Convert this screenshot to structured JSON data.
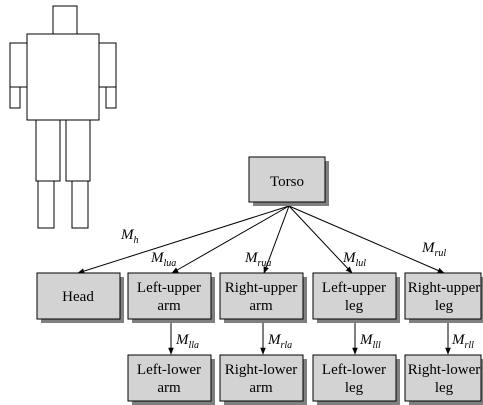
{
  "colors": {
    "node_fill": "#d3d3d3",
    "node_shadow": "#808080",
    "line": "#000000"
  },
  "nodes": {
    "torso": {
      "lines": [
        "Torso"
      ]
    },
    "head": {
      "lines": [
        "Head"
      ]
    },
    "left_upper_arm": {
      "lines": [
        "Left-upper",
        "arm"
      ]
    },
    "right_upper_arm": {
      "lines": [
        "Right-upper",
        "arm"
      ]
    },
    "left_upper_leg": {
      "lines": [
        "Left-upper",
        "leg"
      ]
    },
    "right_upper_leg": {
      "lines": [
        "Right-upper",
        "leg"
      ]
    },
    "left_lower_arm": {
      "lines": [
        "Left-lower",
        "arm"
      ]
    },
    "right_lower_arm": {
      "lines": [
        "Right-lower",
        "arm"
      ]
    },
    "left_lower_leg": {
      "lines": [
        "Left-lower",
        "leg"
      ]
    },
    "right_lower_leg": {
      "lines": [
        "Right-lower",
        "leg"
      ]
    }
  },
  "edge_labels": {
    "head": {
      "main": "M",
      "sub": "h"
    },
    "left_upper_arm": {
      "main": "M",
      "sub": "lua"
    },
    "right_upper_arm": {
      "main": "M",
      "sub": "rua"
    },
    "left_upper_leg": {
      "main": "M",
      "sub": "lul"
    },
    "right_upper_leg": {
      "main": "M",
      "sub": "rul"
    },
    "left_lower_arm": {
      "main": "M",
      "sub": "lla"
    },
    "right_lower_arm": {
      "main": "M",
      "sub": "rla"
    },
    "left_lower_leg": {
      "main": "M",
      "sub": "lll"
    },
    "right_lower_leg": {
      "main": "M",
      "sub": "rll"
    }
  }
}
